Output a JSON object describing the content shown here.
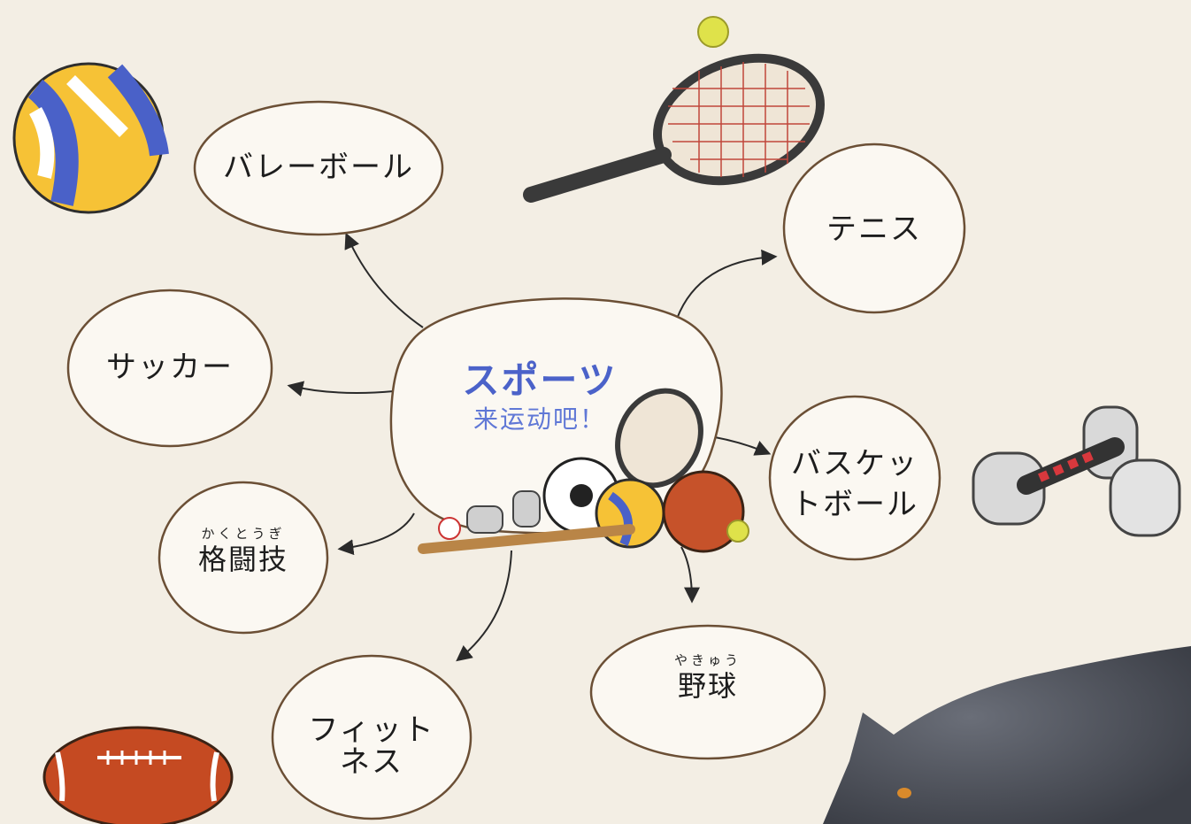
{
  "hub": {
    "title": "スポーツ",
    "subtitle": "来运动吧！"
  },
  "nodes": {
    "volleyball": "バレーボール",
    "tennis": "テニス",
    "soccer": "サッカー",
    "basketball_line1": "バスケッ",
    "basketball_line2": "トボール",
    "martial_arts_ruby": "かくとうぎ",
    "martial_arts": "格闘技",
    "baseball_ruby": "やきゅう",
    "baseball": "野球",
    "fitness_line1": "フィット",
    "fitness_line2": "ネス"
  },
  "colors": {
    "background": "#f3eee4",
    "bubble_stroke": "#6b4f35",
    "hub_text": "#4b62c9"
  }
}
